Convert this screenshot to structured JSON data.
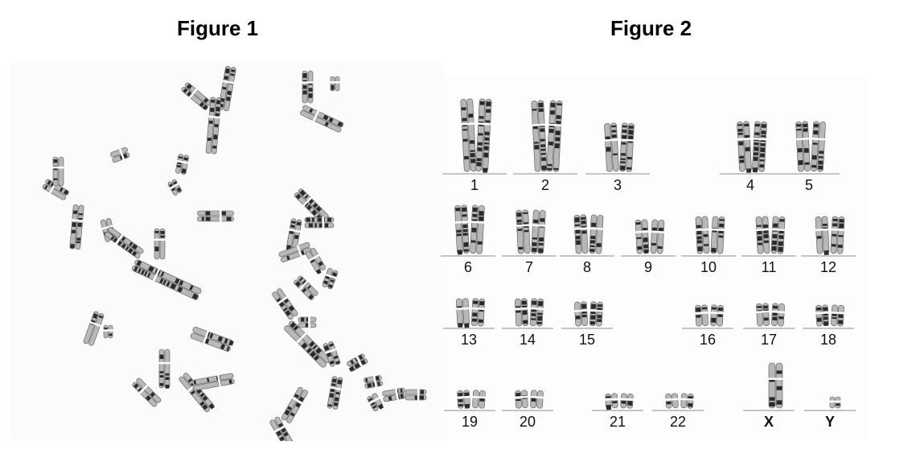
{
  "figure1": {
    "title": "Figure 1"
  },
  "figure2": {
    "title": "Figure 2",
    "karyotype": [
      {
        "label": "1"
      },
      {
        "label": "2"
      },
      {
        "label": "3"
      },
      {
        "label": "4"
      },
      {
        "label": "5"
      },
      {
        "label": "6"
      },
      {
        "label": "7"
      },
      {
        "label": "8"
      },
      {
        "label": "9"
      },
      {
        "label": "10"
      },
      {
        "label": "11"
      },
      {
        "label": "12"
      },
      {
        "label": "13"
      },
      {
        "label": "14"
      },
      {
        "label": "15"
      },
      {
        "label": "16"
      },
      {
        "label": "17"
      },
      {
        "label": "18"
      },
      {
        "label": "19"
      },
      {
        "label": "20"
      },
      {
        "label": "21"
      },
      {
        "label": "22"
      },
      {
        "label": "X",
        "bold": true
      },
      {
        "label": "Y",
        "bold": true
      }
    ]
  },
  "colors": {
    "chromosome_dark": "#2a2a2a",
    "chromosome_light": "#b8b8b8",
    "baseline": "#8a8a8a"
  }
}
